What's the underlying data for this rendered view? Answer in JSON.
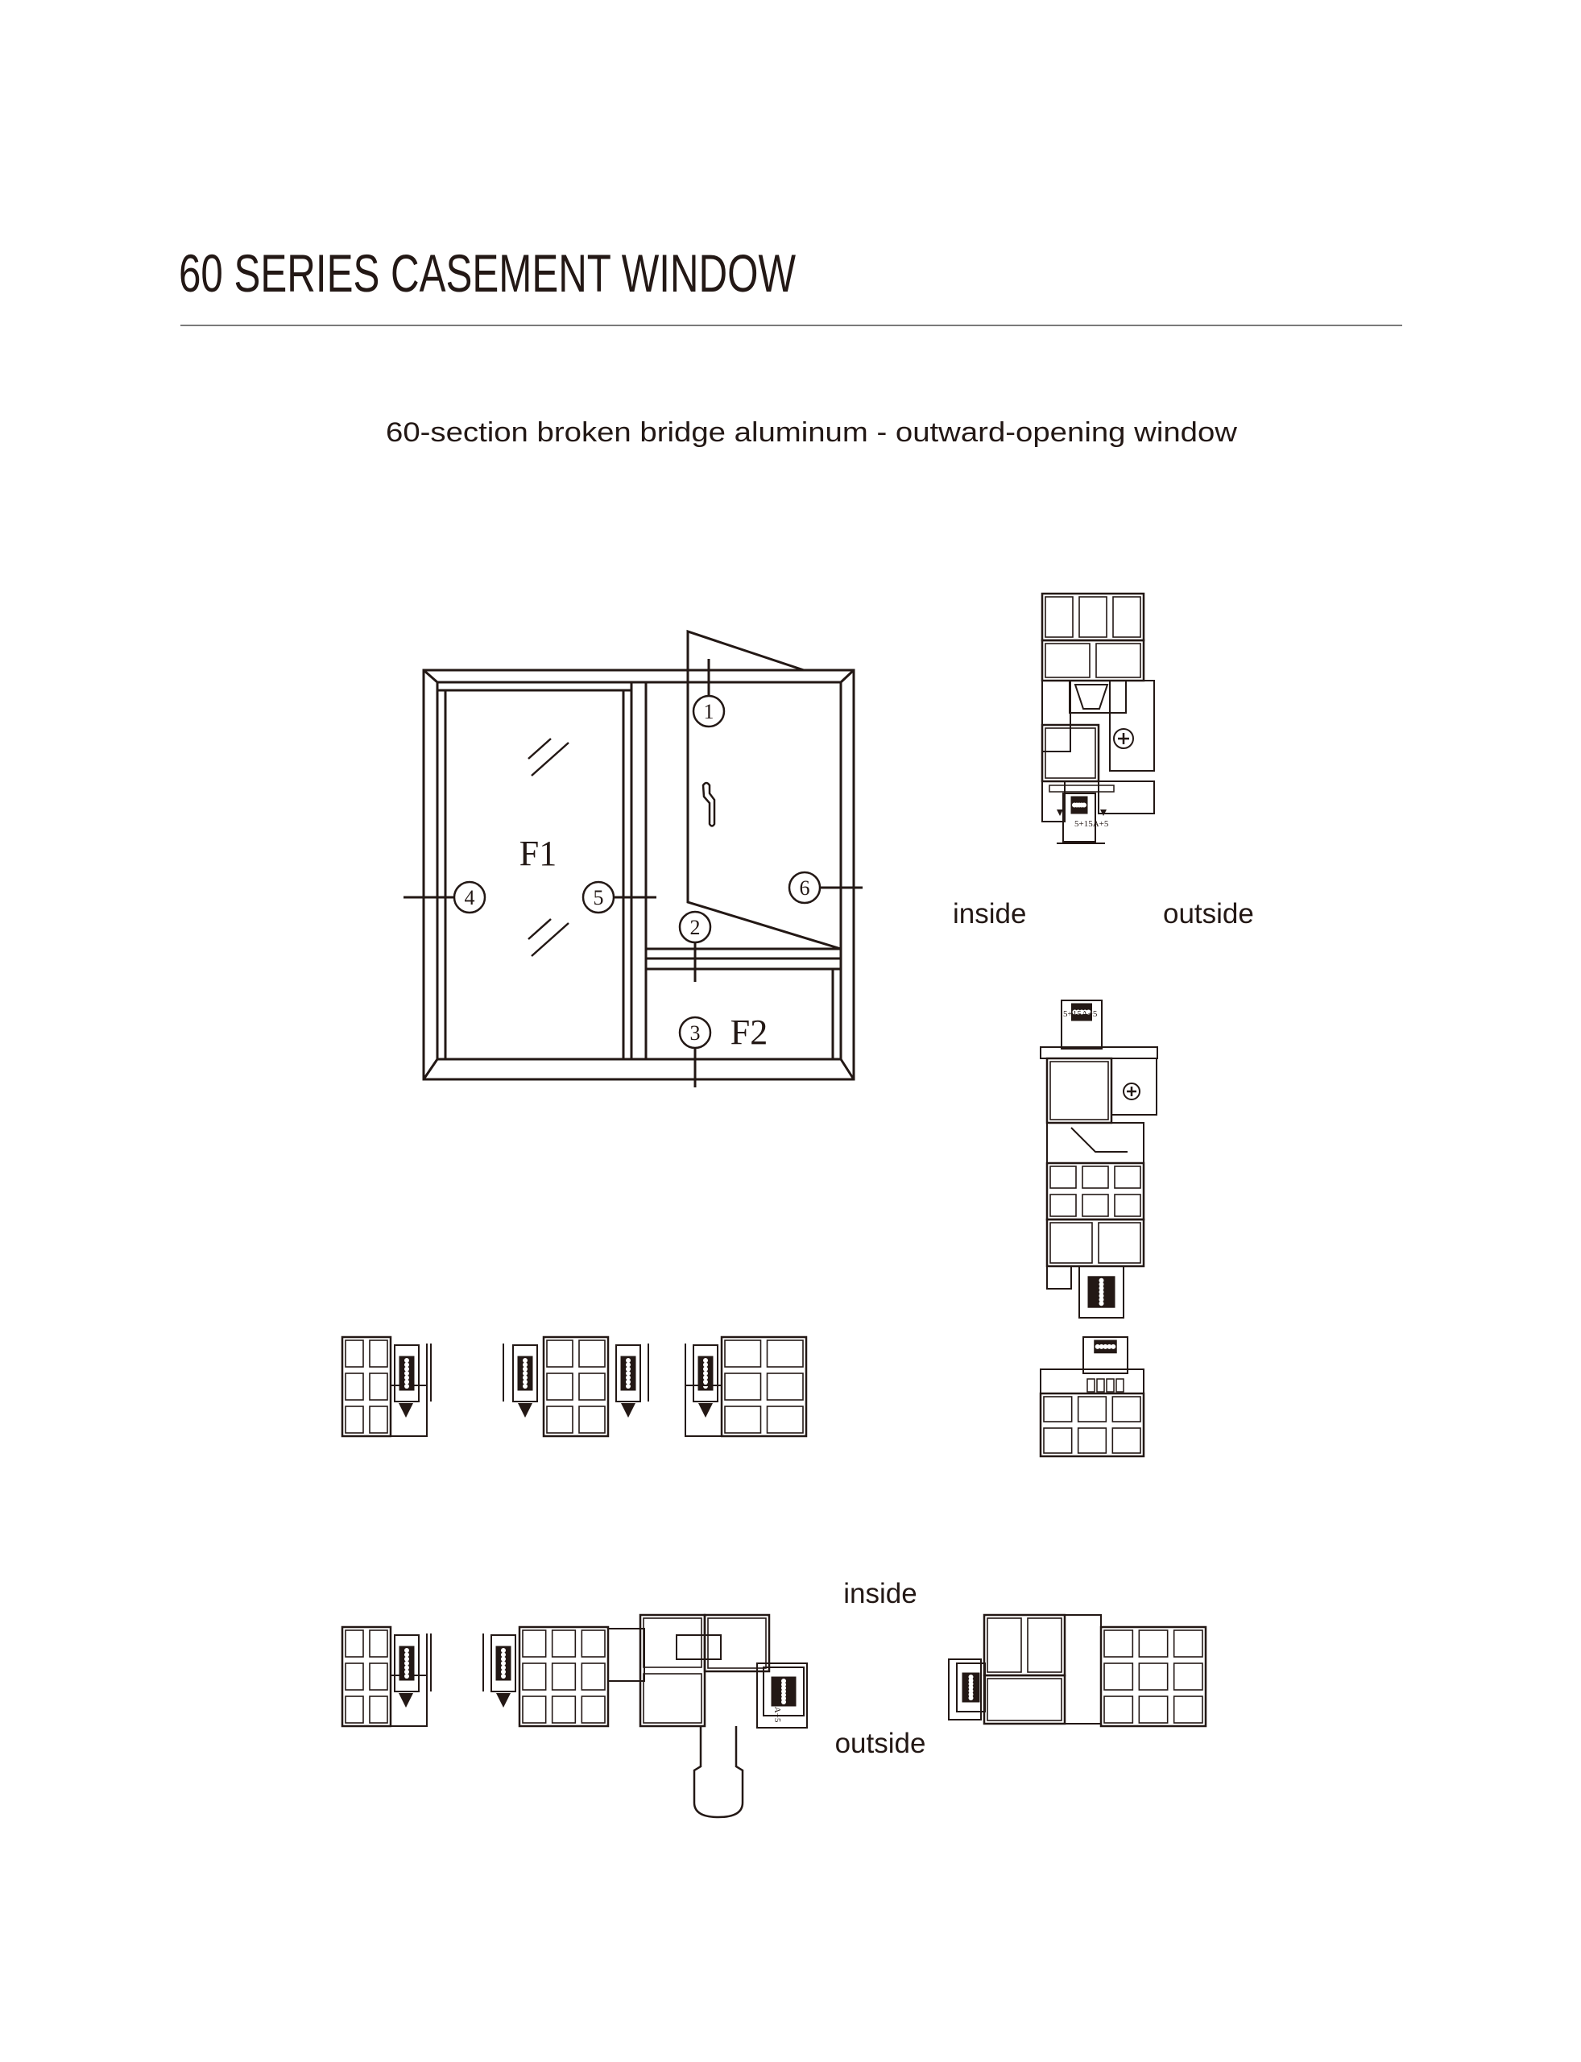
{
  "header": {
    "title": "60 SERIES CASEMENT WINDOW",
    "subtitle": "60-section broken bridge aluminum - outward-opening window"
  },
  "elevation": {
    "panels": [
      "F1",
      "F2"
    ],
    "callouts": [
      "1",
      "2",
      "3",
      "4",
      "5",
      "6"
    ]
  },
  "labels": {
    "vertical_inside": "inside",
    "vertical_outside": "outside",
    "horizontal_inside": "inside",
    "horizontal_outside": "outside"
  },
  "glass_spec": "5+15A+5",
  "colors": {
    "ink": "#231815",
    "rule": "#7a7a7a",
    "background": "#ffffff"
  }
}
